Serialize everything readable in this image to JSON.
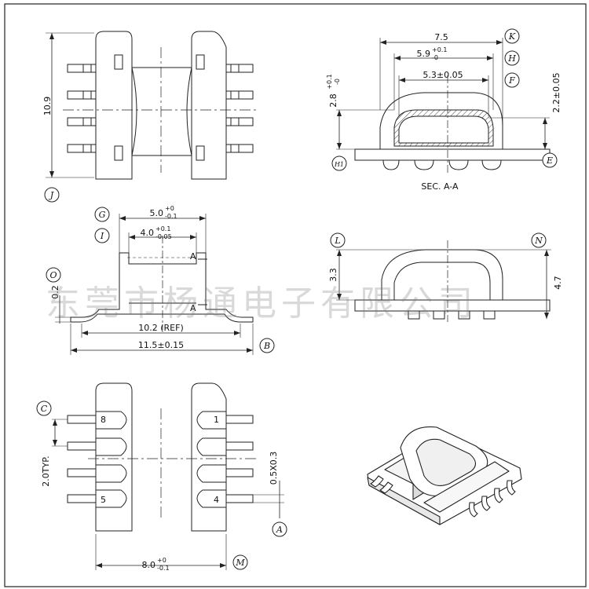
{
  "views": {
    "top": {
      "height_dim": "10.9",
      "ref": "J"
    },
    "section": {
      "dim_k": "7.5",
      "dim_h": "5.9",
      "dim_h_tol_top": "+0.1",
      "dim_h_tol_bot": "-0",
      "dim_f": "5.3±0.05",
      "dim_left": "2.8",
      "dim_left_tol_top": "+0.1",
      "dim_left_tol_bot": "-0",
      "dim_right": "2.2±0.05",
      "caption": "SEC. A-A",
      "refs": {
        "k": "K",
        "h": "H",
        "f": "F",
        "h1": "H1",
        "e": "E"
      }
    },
    "front": {
      "dim_g": "5.0",
      "dim_g_tol_top": "+0",
      "dim_g_tol_bot": "-0.1",
      "dim_i": "4.0",
      "dim_i_tol_top": "+0.1",
      "dim_i_tol_bot": "-0.05",
      "dim_o": "0.2",
      "dim_ref": "10.2 (REF)",
      "dim_b": "11.5±0.15",
      "section_mark": "A",
      "refs": {
        "g": "G",
        "i": "I",
        "o": "O",
        "b": "B"
      }
    },
    "side": {
      "dim_l": "3.3",
      "dim_n": "4.7",
      "refs": {
        "l": "L",
        "n": "N"
      }
    },
    "bottom": {
      "pin_labels": {
        "p8": "8",
        "p1": "1",
        "p5": "5",
        "p4": "4"
      },
      "dim_pitch": "2.0TYP.",
      "dim_pin": "0.5X0.3",
      "dim_m": "8.0",
      "dim_m_tol_top": "+0",
      "dim_m_tol_bot": "-0.1",
      "refs": {
        "c": "C",
        "a": "A",
        "m": "M"
      }
    }
  },
  "watermark": "东莞市杨通电子有限公司"
}
